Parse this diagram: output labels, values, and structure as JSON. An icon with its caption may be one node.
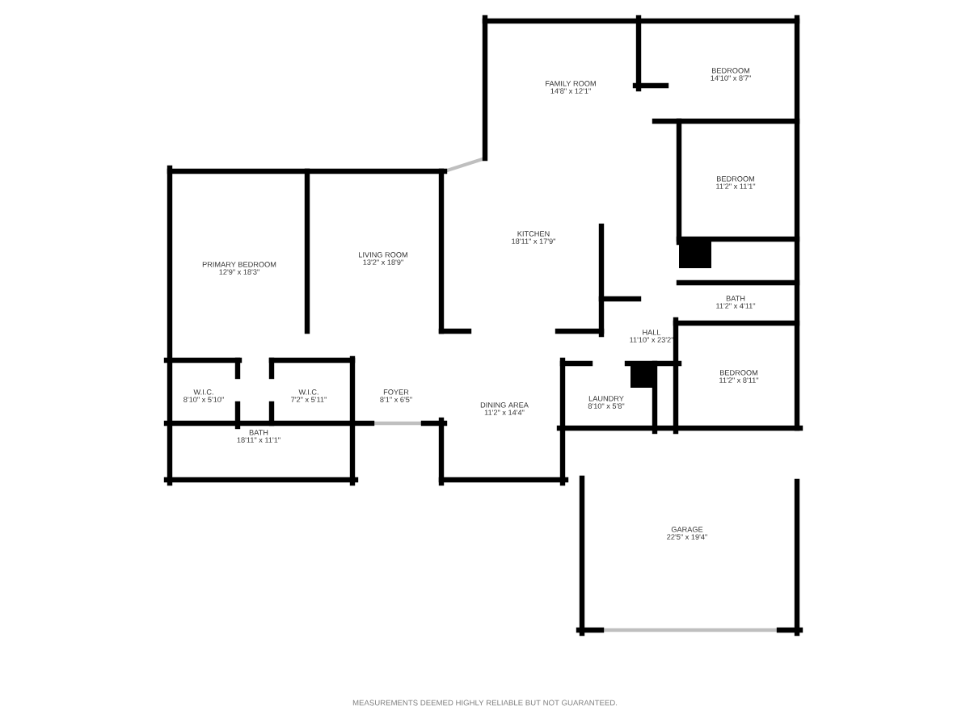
{
  "diagram": {
    "labels": [
      "FAMILY ROOM",
      "14'8\" x 12'1\"",
      "BEDROOM",
      "14'10\" x 8'7\"",
      "BEDROOM",
      "11'2\" x 11'1\"",
      "LIVING ROOM",
      "13'2\" x 18'9\"",
      "KITCHEN",
      "18'11\" x 17'9\"",
      "PRIMARY BEDROOM",
      "12'9\" x 18'3\"",
      "BATH",
      "11'2\" x 4'11\"",
      "HALL",
      "11'10\" x 23'2\"",
      "BEDROOM",
      "11'2\" x 8'11\"",
      "W.I.C.",
      "8'10\" x 5'10\"",
      "W.I.C.",
      "7'2\" x 5'11\"",
      "FOYER",
      "8'1\" x 6'5\"",
      "LAUNDRY",
      "8'10\" x 5'8\"",
      "DINING AREA",
      "11'2\" x 14'4\"",
      "BATH",
      "18'11\" x 11'1\"",
      "GARAGE",
      "22'5\" x 19'4\"",
      "MEASUREMENTS DEEMED HIGHLY RELIABLE BUT NOT GUARANTEED."
    ]
  }
}
